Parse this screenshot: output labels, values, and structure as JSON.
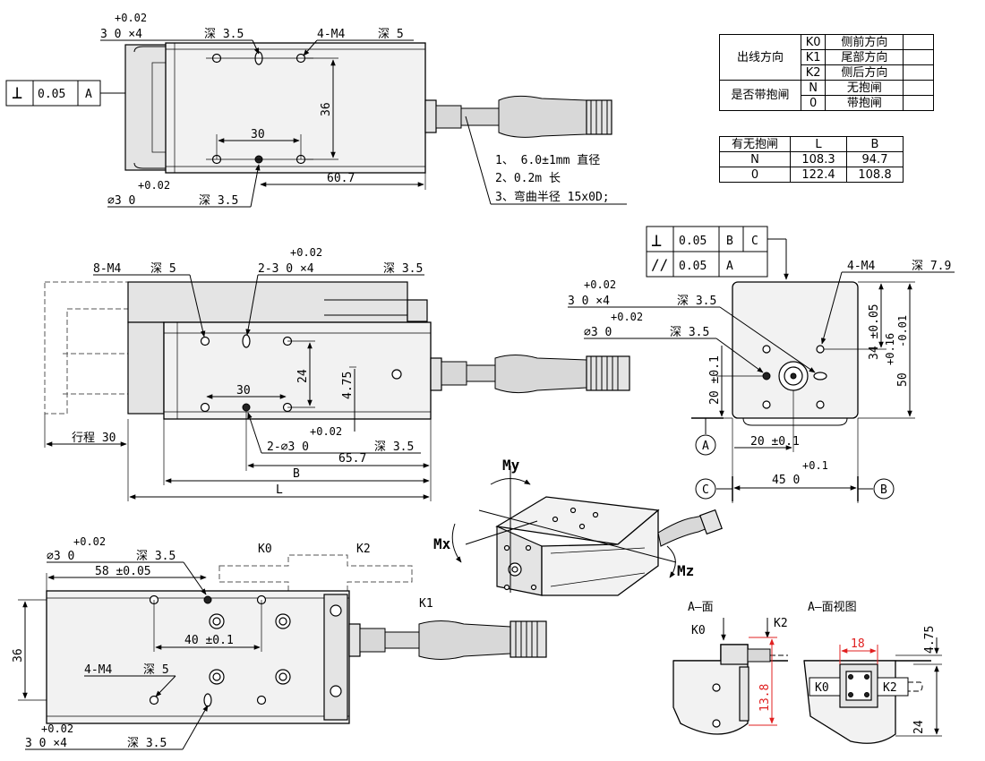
{
  "option_table": {
    "rows": [
      {
        "group": "出线方向",
        "code": "K0",
        "desc": "侧前方向"
      },
      {
        "group": "",
        "code": "K1",
        "desc": "尾部方向"
      },
      {
        "group": "",
        "code": "K2",
        "desc": "侧后方向"
      },
      {
        "group": "是否带抱闸",
        "code": "N",
        "desc": "无抱闸"
      },
      {
        "group": "",
        "code": "0",
        "desc": "带抱闸"
      }
    ]
  },
  "size_table": {
    "headers": [
      "有无抱闸",
      "L",
      "B"
    ],
    "rows": [
      [
        "N",
        "108.3",
        "94.7"
      ],
      [
        "0",
        "122.4",
        "108.8"
      ]
    ]
  },
  "top_view": {
    "flatness_symbol": "⊥",
    "flatness_value": "0.05",
    "flatness_datum": "A",
    "tol_top": "+0.02",
    "hole_top": "3  0  ×4",
    "depth_top": "深 3.5",
    "thread": "4-M4",
    "thread_depth": "深 5",
    "dim_36": "36",
    "dim_30": "30",
    "dim_60_7": "60.7",
    "tol_pin": "+0.02",
    "pin": "∅3  0",
    "pin_depth": "深 3.5",
    "notes": [
      "1、 6.0±1mm 直径",
      "2、0.2m 长",
      "3、弯曲半径 15x0D;"
    ]
  },
  "side_view": {
    "thread": "8-M4",
    "thread_depth": "深 5",
    "tol_holes": "+0.02",
    "holes": "2-3  0  ×4",
    "holes_depth": "深 3.5",
    "dim_24": "24",
    "dim_4_75": "4.75",
    "dim_30": "30",
    "tol_pin": "+0.02",
    "pin": "2-∅3  0",
    "pin_depth": "深 3.5",
    "stroke": "行程 30",
    "dim_65_7": "65.7",
    "label_B": "B",
    "label_L": "L"
  },
  "end_view": {
    "fcf1": {
      "symbol": "⊥",
      "value": "0.05",
      "d1": "B",
      "d2": "C"
    },
    "fcf2": {
      "symbol": "//",
      "value": "0.05",
      "d1": "A"
    },
    "thread": "4-M4",
    "thread_depth": "深 7.9",
    "tol_a": "+0.02",
    "holes_a": "3  0  ×4",
    "depth_a": "深 3.5",
    "tol_b": "+0.02",
    "pin_b": "∅3  0",
    "depth_b": "深 3.5",
    "dim_34": "34 ±0.05",
    "dim_50": "50",
    "dim_50_tol_up": "+0.16",
    "dim_50_tol_dn": "-0.01",
    "dim_20v": "20 ±0.1",
    "dim_20h": "20 ±0.1",
    "tol_45": "+0.1",
    "dim_45": "45  0",
    "datum_A": "A",
    "datum_B": "B",
    "datum_C": "C"
  },
  "iso_view": {
    "my": "My",
    "mx": "Mx",
    "mz": "Mz"
  },
  "bottom_view": {
    "tol_pin": "+0.02",
    "pin": "∅3  0",
    "pin_depth": "深 3.5",
    "dim_58": "58 ±0.05",
    "dim_40": "40 ±0.1",
    "dim_36": "36",
    "thread": "4-M4",
    "thread_depth": "深 5",
    "tol_holes": "+0.02",
    "holes": "3  0  ×4",
    "holes_depth": "深 3.5",
    "k0": "K0",
    "k1": "K1",
    "k2": "K2"
  },
  "a_face": {
    "title": "A—面",
    "k0": "K0",
    "k2": "K2",
    "dim_13_8": "13.8",
    "title2": "A—面视图",
    "dim_18": "18",
    "dim_4_75": "4.75",
    "dim_24": "24",
    "k0b": "K0",
    "k2b": "K2"
  }
}
